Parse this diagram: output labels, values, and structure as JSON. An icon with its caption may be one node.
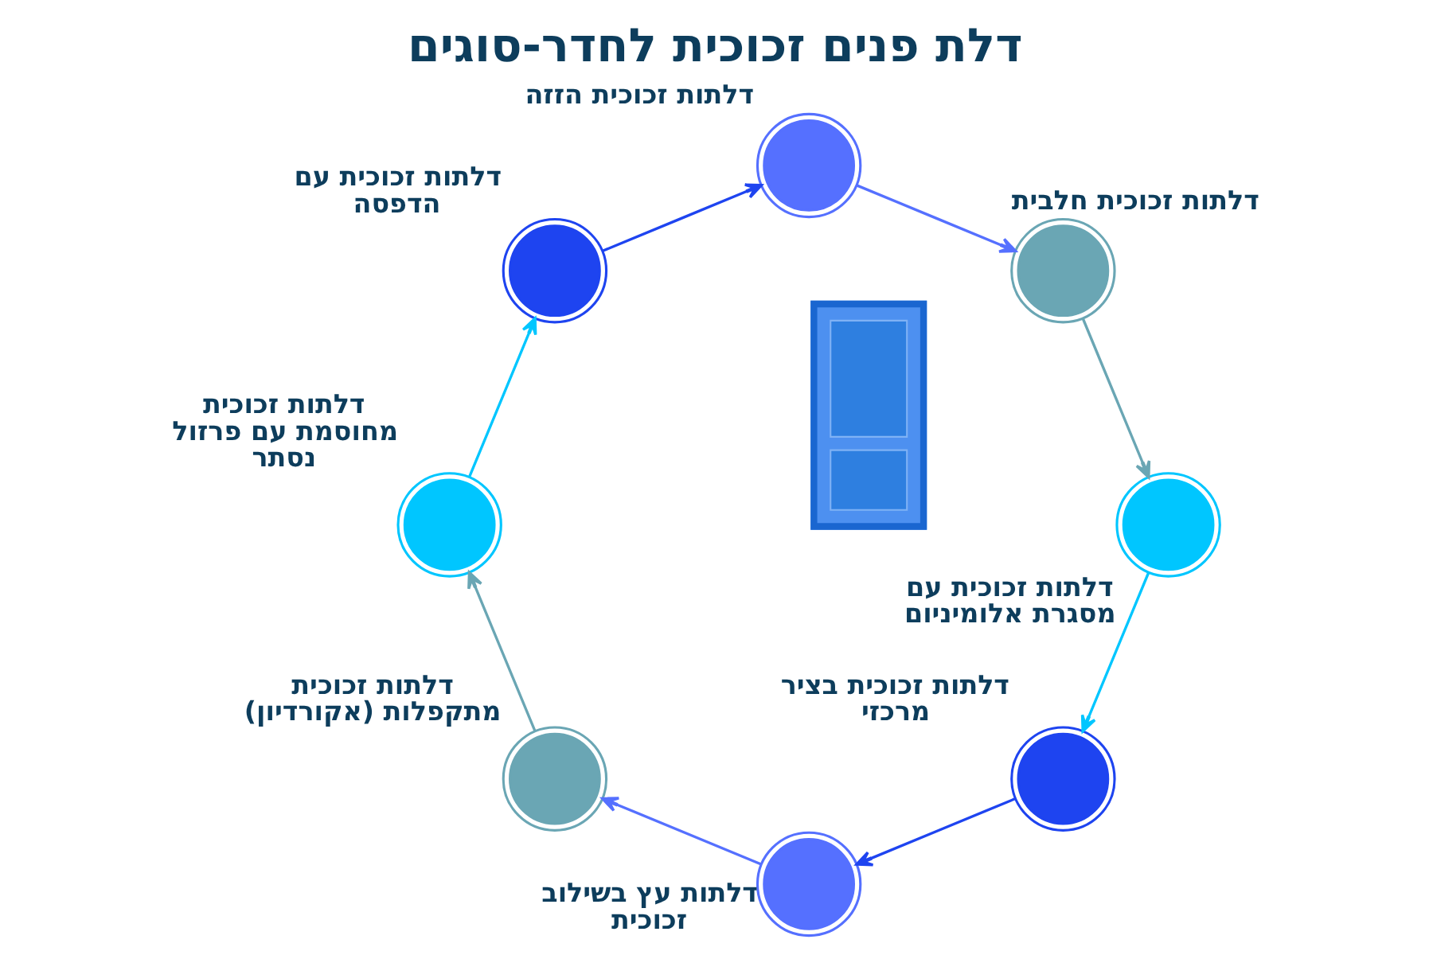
{
  "diagram": {
    "title": "דלת פנים זכוכית לחדר-סוגים",
    "nodes": [
      {
        "text": [],
        "shape": "circle",
        "beside": [
          "דלתות זכוכית הזזה"
        ]
      },
      {
        "text": [],
        "shape": "circle",
        "beside": [
          "דלתות זכוכית חלבית"
        ]
      },
      {
        "text": [],
        "shape": "circle",
        "beside": [
          "דלתות זכוכית עם מסגרת אלומיניום"
        ]
      },
      {
        "text": [],
        "shape": "circle",
        "beside": [
          "דלתות זכוכית בציר מרכזי"
        ]
      },
      {
        "text": [],
        "shape": "circle",
        "beside": [
          "דלתות עץ בשילוב זכוכית"
        ]
      },
      {
        "text": [],
        "shape": "circle",
        "beside": [
          "דלתות זכוכית מתקפלות (אקורדיון)"
        ]
      },
      {
        "text": [],
        "shape": "circle",
        "beside": [
          "דלתות זכוכית מחוסמת עם פרזול נסתר"
        ]
      },
      {
        "text": [],
        "shape": "circle",
        "beside": [
          "דלתות זכוכית עם הדפסה"
        ]
      },
      {
        "text": [],
        "shape": "picture"
      }
    ],
    "edges": [
      {
        "from": 0,
        "to": 1,
        "arrow": "to",
        "color": "#5570ff"
      },
      {
        "from": 1,
        "to": 2,
        "arrow": "to",
        "color": "#6aa6b4"
      },
      {
        "from": 2,
        "to": 3,
        "arrow": "to",
        "color": "#00c6ff"
      },
      {
        "from": 3,
        "to": 4,
        "arrow": "to",
        "color": "#1e44f0"
      },
      {
        "from": 4,
        "to": 5,
        "arrow": "to",
        "color": "#5570ff"
      },
      {
        "from": 5,
        "to": 6,
        "arrow": "to",
        "color": "#6aa6b4"
      },
      {
        "from": 6,
        "to": 7,
        "arrow": "to",
        "color": "#00c6ff"
      },
      {
        "from": 7,
        "to": 0,
        "arrow": "to",
        "color": "#1e44f0"
      }
    ]
  }
}
